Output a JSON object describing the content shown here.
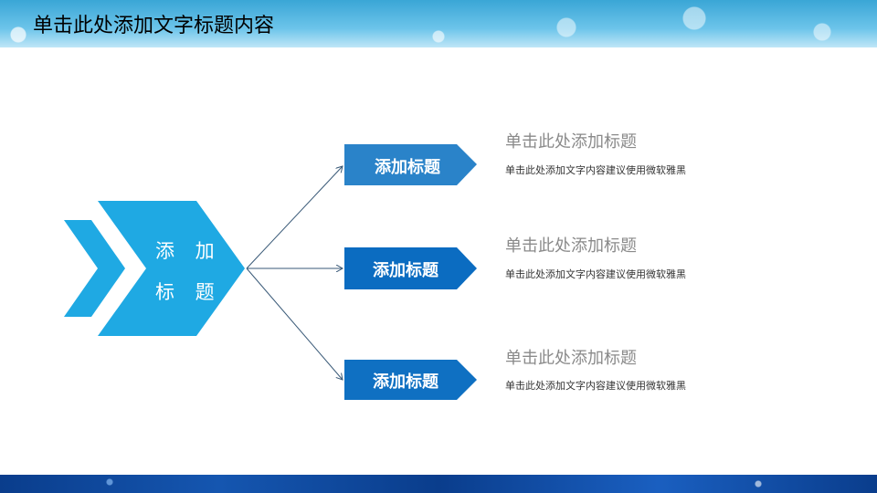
{
  "header": {
    "title": "单击此处添加文字标题内容"
  },
  "main_chevron": {
    "line1": "添 加",
    "line2": "标 题",
    "color": "#1fa9e3"
  },
  "items": [
    {
      "label": "添加标题",
      "color": "#2a83c9",
      "title": "单击此处添加标题",
      "desc": "单击此处添加文字内容建议使用微软雅黑"
    },
    {
      "label": "添加标题",
      "color": "#0b6cc1",
      "title": "单击此处添加标题",
      "desc": "单击此处添加文字内容建议使用微软雅黑"
    },
    {
      "label": "添加标题",
      "color": "#0f70c2",
      "title": "单击此处添加标题",
      "desc": "单击此处添加文字内容建议使用微软雅黑"
    }
  ]
}
